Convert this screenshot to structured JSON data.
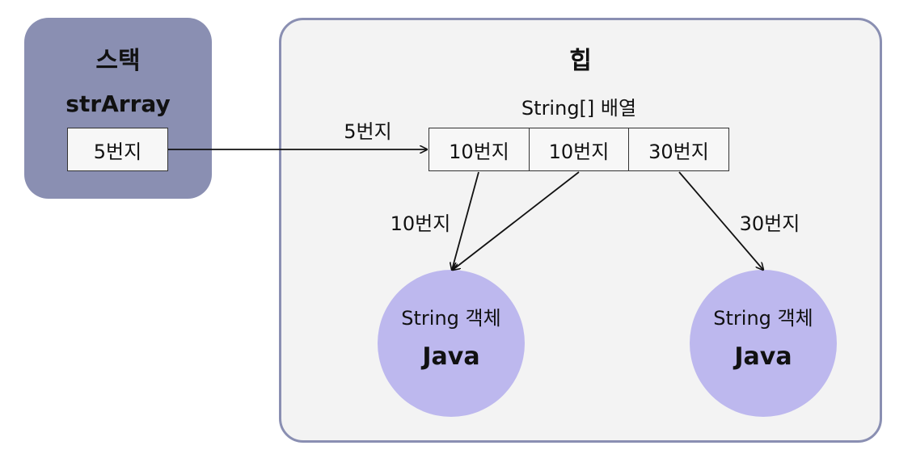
{
  "stack": {
    "title": "스택",
    "var_name": "strArray",
    "var_value": "5번지"
  },
  "heap": {
    "title": "힙",
    "array_title": "String[] 배열",
    "array_cells": [
      "10번지",
      "10번지",
      "30번지"
    ],
    "objects": [
      {
        "title": "String 객체",
        "value": "Java"
      },
      {
        "title": "String 객체",
        "value": "Java"
      }
    ]
  },
  "arrows": {
    "stack_to_array_label": "5번지",
    "to_object1_label": "10번지",
    "to_object2_label": "30번지"
  },
  "colors": {
    "stack_bg": "#8a8fb2",
    "heap_bg": "#f3f3f3",
    "heap_border": "#8a8fb2",
    "object_fill": "#bdb8ee"
  }
}
